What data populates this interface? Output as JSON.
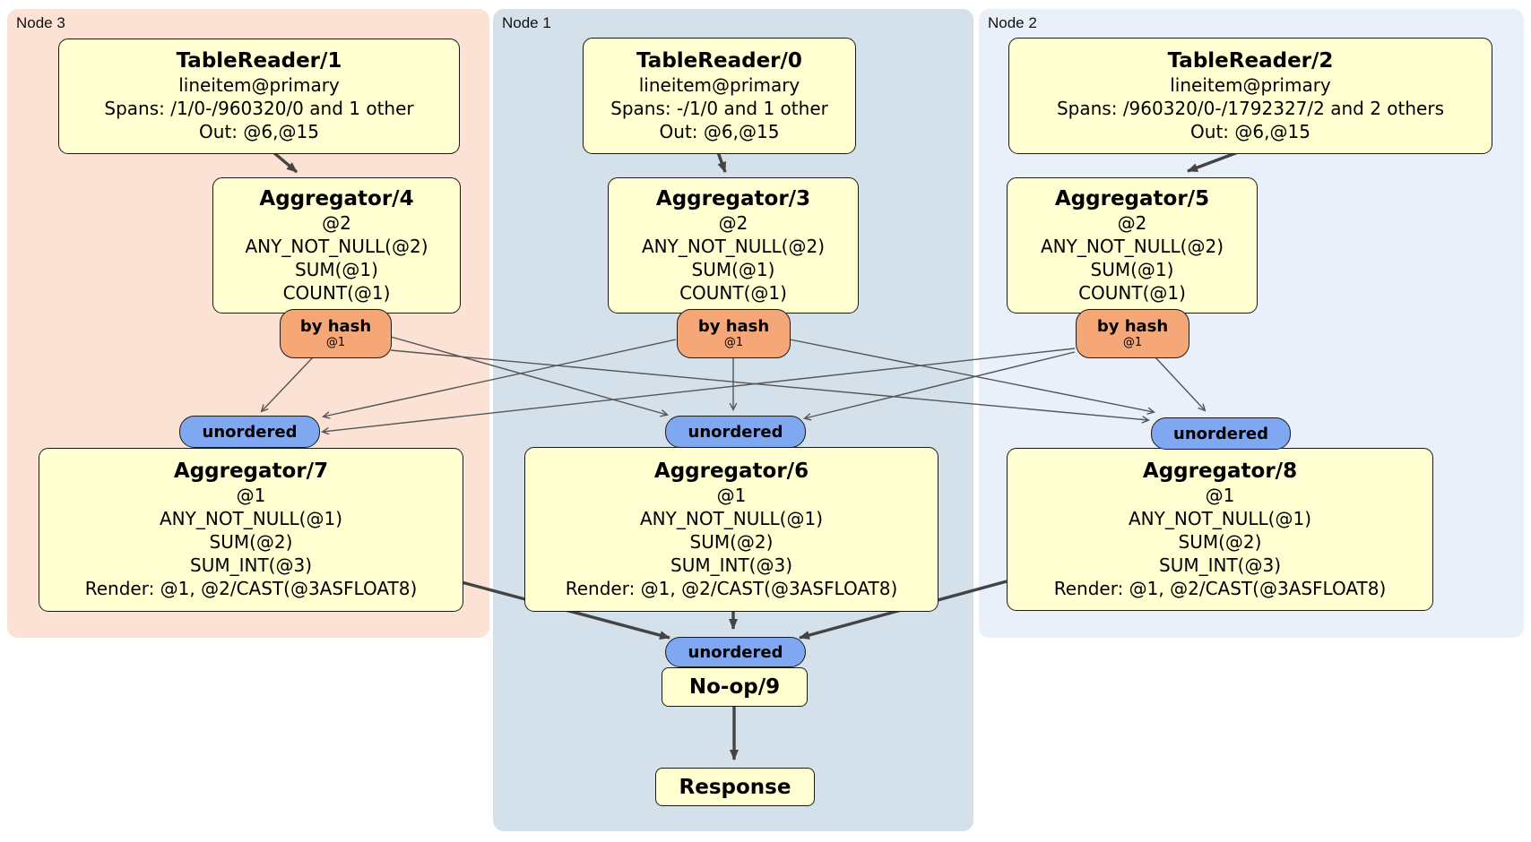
{
  "colors": {
    "panel-node3": "#fce2d5",
    "panel-node1": "#d4e1ea",
    "panel-node2": "#eaf0f9",
    "box-fill": "#ffffd2",
    "box-border": "#1a1a1a",
    "router-fill": "#f6a777",
    "sync-fill": "#7fa8f0",
    "edge-color": "#555555",
    "edge-thick-color": "#444444",
    "text-color": "#000000"
  },
  "panels": {
    "node3": {
      "label": "Node 3"
    },
    "node1": {
      "label": "Node 1"
    },
    "node2": {
      "label": "Node 2"
    }
  },
  "processors": {
    "tr1": {
      "title": "TableReader/1",
      "lines": [
        "lineitem@primary",
        "Spans: /1/0-/960320/0 and 1 other",
        "Out: @6,@15"
      ]
    },
    "tr0": {
      "title": "TableReader/0",
      "lines": [
        "lineitem@primary",
        "Spans: -/1/0 and 1 other",
        "Out: @6,@15"
      ]
    },
    "tr2": {
      "title": "TableReader/2",
      "lines": [
        "lineitem@primary",
        "Spans: /960320/0-/1792327/2 and 2 others",
        "Out: @6,@15"
      ]
    },
    "agg4": {
      "title": "Aggregator/4",
      "lines": [
        "@2",
        "ANY_NOT_NULL(@2)",
        "SUM(@1)",
        "COUNT(@1)"
      ]
    },
    "agg3": {
      "title": "Aggregator/3",
      "lines": [
        "@2",
        "ANY_NOT_NULL(@2)",
        "SUM(@1)",
        "COUNT(@1)"
      ]
    },
    "agg5": {
      "title": "Aggregator/5",
      "lines": [
        "@2",
        "ANY_NOT_NULL(@2)",
        "SUM(@1)",
        "COUNT(@1)"
      ]
    },
    "agg7": {
      "title": "Aggregator/7",
      "lines": [
        "@1",
        "ANY_NOT_NULL(@1)",
        "SUM(@2)",
        "SUM_INT(@3)",
        "Render: @1, @2/CAST(@3ASFLOAT8)"
      ]
    },
    "agg6": {
      "title": "Aggregator/6",
      "lines": [
        "@1",
        "ANY_NOT_NULL(@1)",
        "SUM(@2)",
        "SUM_INT(@3)",
        "Render: @1, @2/CAST(@3ASFLOAT8)"
      ]
    },
    "agg8": {
      "title": "Aggregator/8",
      "lines": [
        "@1",
        "ANY_NOT_NULL(@1)",
        "SUM(@2)",
        "SUM_INT(@3)",
        "Render: @1, @2/CAST(@3ASFLOAT8)"
      ]
    },
    "noop": {
      "title": "No-op/9"
    },
    "response": {
      "title": "Response"
    }
  },
  "routers": {
    "hash3": {
      "label": "by hash",
      "sublabel": "@1"
    },
    "hash1": {
      "label": "by hash",
      "sublabel": "@1"
    },
    "hash5": {
      "label": "by hash",
      "sublabel": "@1"
    }
  },
  "syncs": {
    "un7": {
      "label": "unordered"
    },
    "un6": {
      "label": "unordered"
    },
    "un8": {
      "label": "unordered"
    },
    "un9": {
      "label": "unordered"
    }
  }
}
